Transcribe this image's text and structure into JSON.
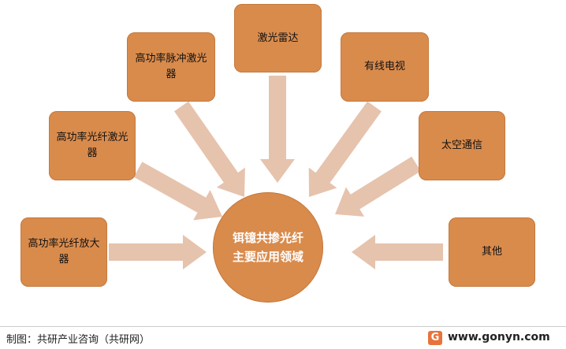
{
  "nodes": [
    {
      "id": "high-power-fiber-amplifier",
      "label": "高功率光纤放大器"
    },
    {
      "id": "high-power-fiber-laser",
      "label": "高功率光纤激光器"
    },
    {
      "id": "high-power-pulse-laser",
      "label": "高功率脉冲激光器"
    },
    {
      "id": "lidar",
      "label": "激光雷达"
    },
    {
      "id": "cable-tv",
      "label": "有线电视"
    },
    {
      "id": "space-communication",
      "label": "太空通信"
    },
    {
      "id": "other",
      "label": "其他"
    }
  ],
  "center": {
    "label": "铒镱共掺光纤主要应用领域"
  },
  "footer": {
    "credit": "制图：共研产业咨询（共研网）",
    "logo": "G",
    "site": "www.gonyn.com"
  },
  "colors": {
    "box": "#d98b4c",
    "arrow": "#e6c3ad",
    "text": "#111111"
  }
}
